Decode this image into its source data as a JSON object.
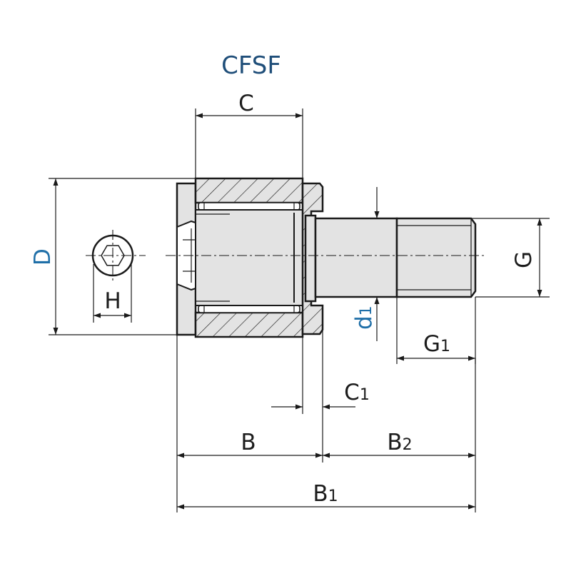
{
  "title": "CFSF",
  "dimensions": {
    "C": "C",
    "D": "D",
    "H": "H",
    "G": "G",
    "d1": {
      "main": "d",
      "sub": "1"
    },
    "G1": {
      "main": "G",
      "sub": "1"
    },
    "C1": {
      "main": "C",
      "sub": "1"
    },
    "B": "B",
    "B2": {
      "main": "B",
      "sub": "2"
    },
    "B1": {
      "main": "B",
      "sub": "1"
    }
  },
  "colors": {
    "title": "#1f4e79",
    "label_blue": "#1f6fa8",
    "label_dark": "#1c1c1c",
    "part_fill": "#e3e3e3",
    "outline": "#1a1a1a"
  }
}
